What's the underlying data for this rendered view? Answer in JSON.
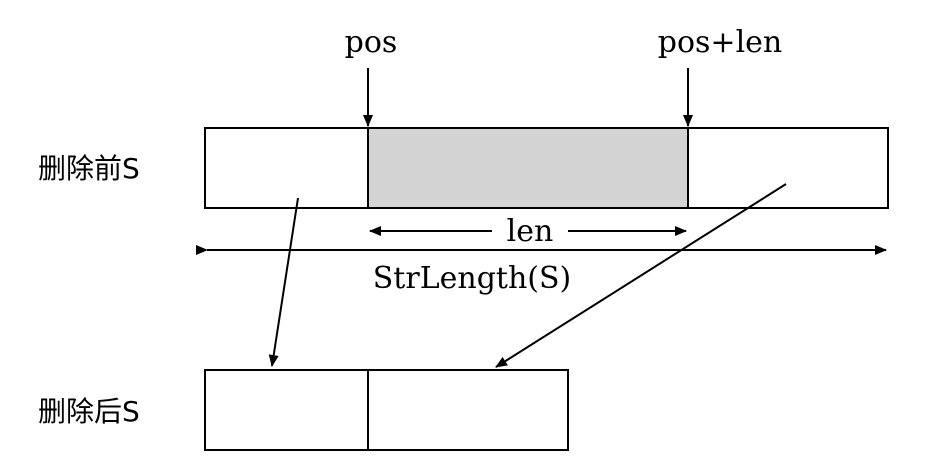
{
  "labels": {
    "pos": "pos",
    "pos_len": "pos+len",
    "len": "len",
    "strlength": "StrLength(S)",
    "before": "删除前S",
    "after": "删除后S"
  },
  "colors": {
    "deleted_region_fill": "#d3d3d3",
    "stroke": "#000000",
    "background": "#ffffff"
  }
}
